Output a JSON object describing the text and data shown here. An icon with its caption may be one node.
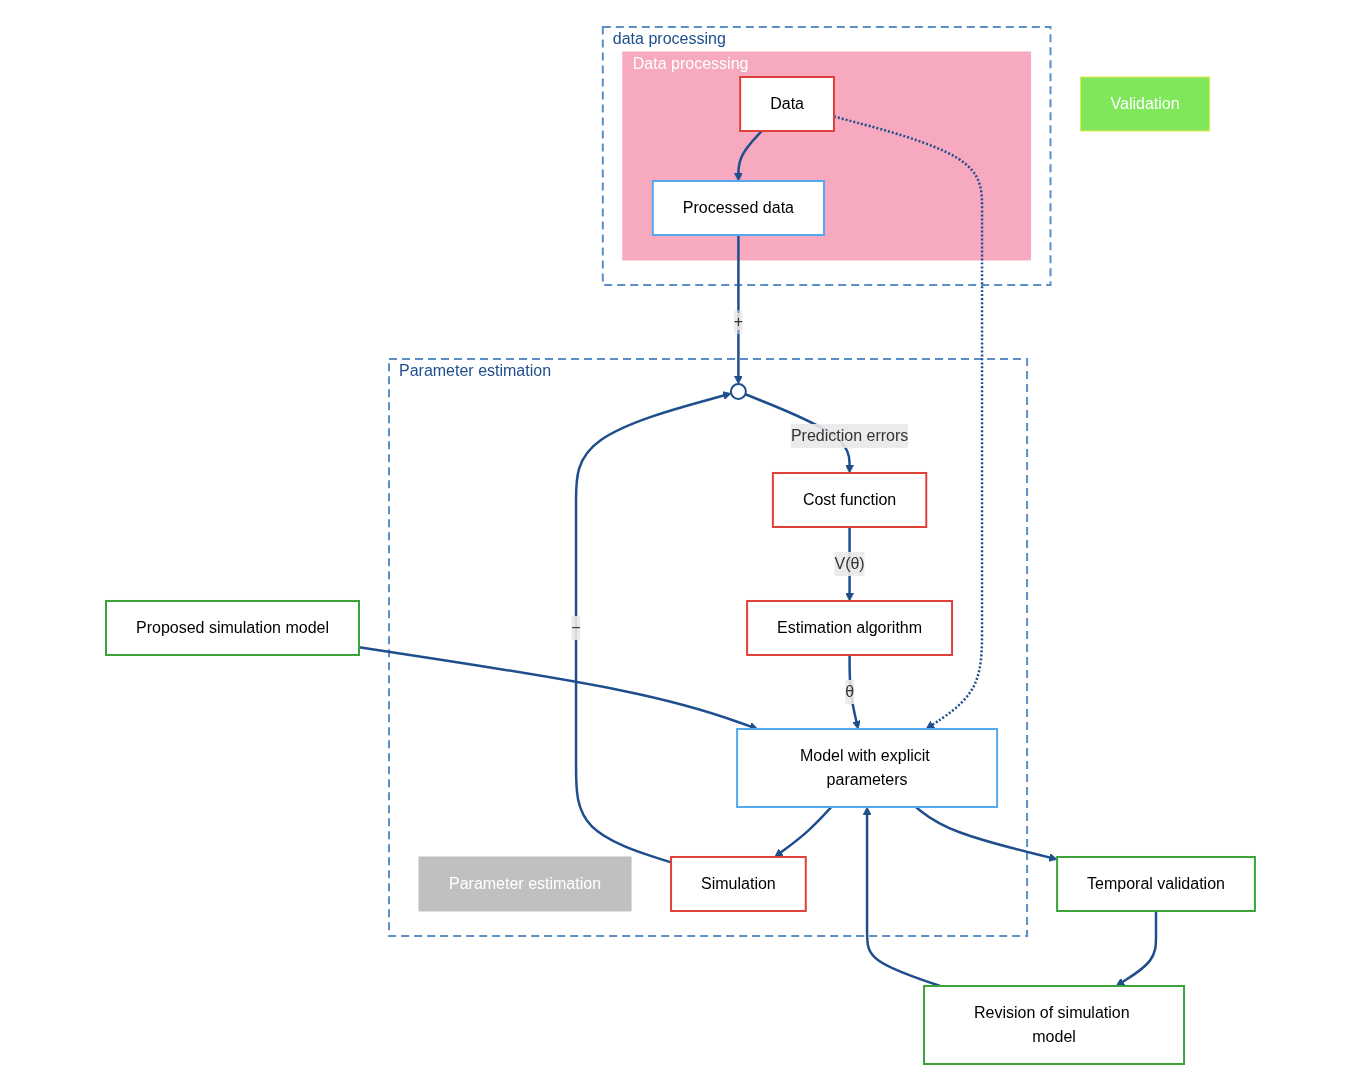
{
  "diagram": {
    "nodes": [
      {
        "text": [
          "data processing"
        ]
      },
      {
        "text": [
          "Data processing"
        ],
        "in": 0
      },
      {
        "text": [
          "Data"
        ],
        "in": 1
      },
      {
        "text": [
          "Processed data"
        ],
        "in": 1
      },
      {
        "text": [
          "Parameter estimation"
        ]
      },
      {
        "text": [
          "Parameter estimation"
        ],
        "in": 4
      },
      {
        "text": [
          "Estimation algorithm"
        ],
        "in": 4
      },
      {
        "text": [
          "Cost function"
        ],
        "in": 4
      },
      {
        "text": [],
        "shape": "circle",
        "in": 4
      },
      {
        "text": [
          "Model with explicit parameters"
        ],
        "in": 4
      },
      {
        "text": [
          "Simulation"
        ],
        "in": 4
      },
      {
        "text": [
          "Proposed simulation model"
        ]
      },
      {
        "text": [
          "Validation"
        ]
      },
      {
        "text": [
          "Revision of simulation model"
        ]
      },
      {
        "text": [
          "Temporal validation"
        ]
      }
    ],
    "edges": [
      {
        "from": 2,
        "to": 3,
        "arrow": "to"
      },
      {
        "from": 2,
        "to": 9,
        "arrow": "to",
        "style": "dashed"
      },
      {
        "from": 3,
        "to": 8,
        "arrow": "to",
        "label": "+"
      },
      {
        "from": 8,
        "to": 7,
        "arrow": "to",
        "label": "Prediction errors"
      },
      {
        "from": 7,
        "to": 6,
        "arrow": "to",
        "label": "V(θ)"
      },
      {
        "from": 6,
        "to": 9,
        "arrow": "to",
        "label": "θ"
      },
      {
        "from": 11,
        "to": 9,
        "arrow": "to"
      },
      {
        "from": 9,
        "to": 10,
        "arrow": "to"
      },
      {
        "from": 10,
        "to": 8,
        "arrow": "to",
        "label": "−"
      },
      {
        "from": 9,
        "to": 14,
        "arrow": "to"
      },
      {
        "from": 14,
        "to": 13,
        "arrow": "to"
      },
      {
        "from": 13,
        "to": 9,
        "arrow": "to"
      }
    ]
  }
}
